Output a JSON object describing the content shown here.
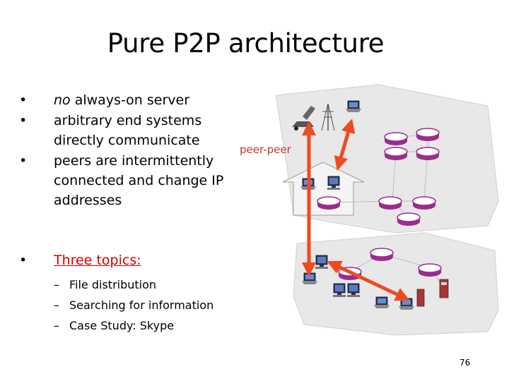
{
  "slide": {
    "title": "Pure P2P architecture",
    "bullets": [
      {
        "em": "no",
        "rest": " always-on server"
      },
      {
        "text": "arbitrary end systems directly communicate"
      },
      {
        "text": "peers are intermittently connected and change IP addresses"
      }
    ],
    "topics": {
      "heading": "Three topics:",
      "items": [
        "File distribution",
        "Searching for information",
        "Case Study: Skype"
      ]
    },
    "diagram_label": "peer-peer",
    "page_number": "76"
  },
  "colors": {
    "arrow": "#f04a20",
    "network_fill": "#e8e8e8",
    "router": "#9b2c8e"
  }
}
